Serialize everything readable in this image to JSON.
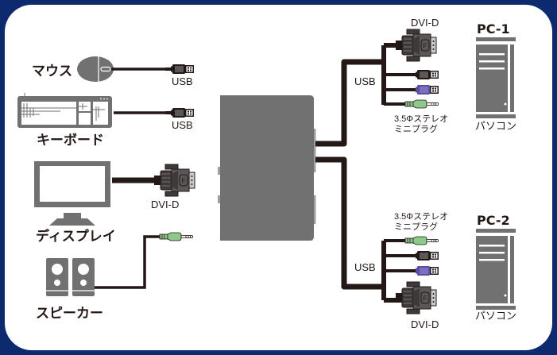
{
  "diagram": {
    "title": "KVM switch connection diagram",
    "colors": {
      "frame": "#0d2a6e",
      "panel": "#ffffff",
      "device_gray": "#727171",
      "cable": "#231815",
      "usb_purple": "#5a4ea0",
      "audio_green": "#8dc98a"
    },
    "devices_left": [
      {
        "id": "mouse",
        "label": "マウス",
        "connector": "USB"
      },
      {
        "id": "keyboard",
        "label": "キーボード",
        "connector": "USB"
      },
      {
        "id": "display",
        "label": "ディスプレイ",
        "connector": "DVI-D"
      },
      {
        "id": "speaker",
        "label": "スピーカー",
        "connector": ""
      }
    ],
    "switch": {
      "label": ""
    },
    "pc1": {
      "title": "PC-1",
      "caption": "パソコン",
      "connectors": {
        "dvi": "DVI-D",
        "usb": "USB",
        "audio_line1": "3.5Φステレオ",
        "audio_line2": "ミニプラグ"
      }
    },
    "pc2": {
      "title": "PC-2",
      "caption": "パソコン",
      "connectors": {
        "dvi": "DVI-D",
        "usb": "USB",
        "audio_line1": "3.5Φステレオ",
        "audio_line2": "ミニプラグ"
      }
    }
  }
}
